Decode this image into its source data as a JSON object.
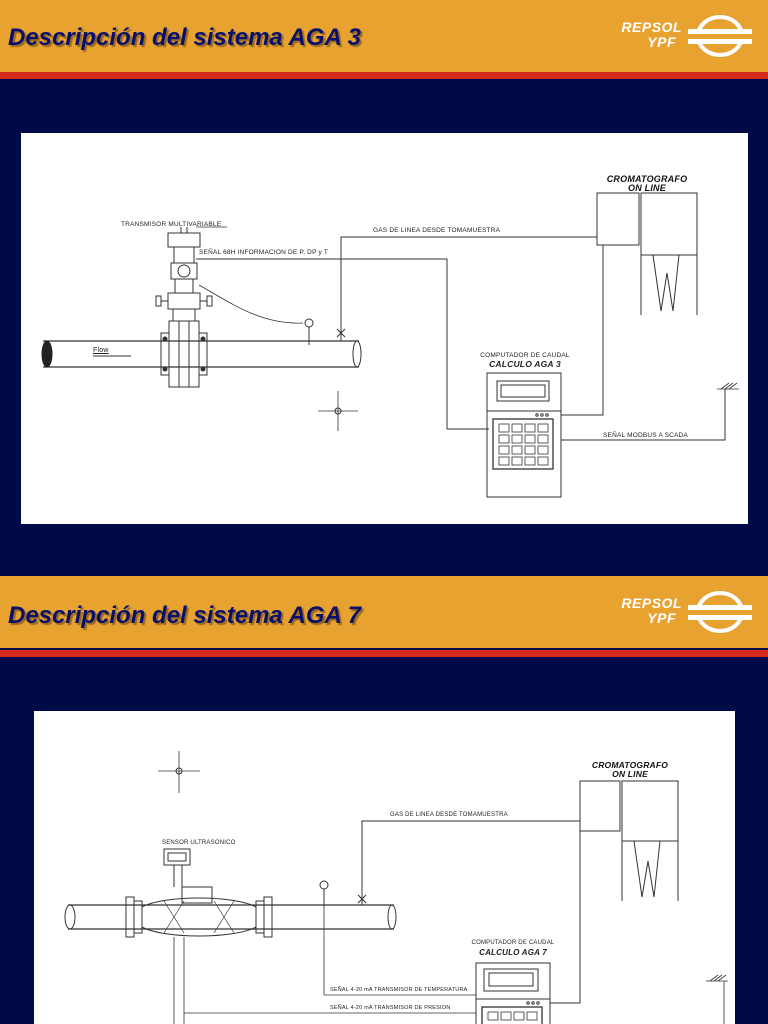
{
  "colors": {
    "background": "#000A46",
    "header": "#E8A230",
    "header_line": "#D42A1E",
    "title_text": "#0A0F6E",
    "logo_text": "#ffffff"
  },
  "logo": {
    "line1": "REPSOL",
    "line2": "YPF"
  },
  "slides": [
    {
      "title": "Descripción del sistema AGA 3",
      "labels": {
        "transmitter": "TRANSMISOR MULTIVARIABLE",
        "signal_hart": "SEÑAL 68H INFORMACION DE P, DP y T",
        "gas_line": "GAS DE LINEA DESDE TOMAMUESTRA",
        "chromatograph_1": "CROMATOGRAFO",
        "chromatograph_2": "ON LINE",
        "flow": "Flow",
        "computer_1": "COMPUTADOR DE CAUDAL",
        "computer_2": "CALCULO AGA 3",
        "modbus": "SEÑAL MODBUS A SCADA"
      }
    },
    {
      "title": "Descripción del sistema AGA 7",
      "labels": {
        "sensor": "SENSOR ULTRASONICO",
        "gas_line": "GAS DE LINEA DESDE TOMAMUESTRA",
        "chromatograph_1": "CROMATOGRAFO",
        "chromatograph_2": "ON LINE",
        "computer_1": "COMPUTADOR DE CAUDAL",
        "computer_2": "CALCULO AGA 7",
        "signal_temp": "SEÑAL 4-20 mA TRANSMISOR DE TEMPERATURA",
        "signal_press": "SEÑAL 4-20 mA TRANSMISOR DE PRESION"
      }
    }
  ]
}
